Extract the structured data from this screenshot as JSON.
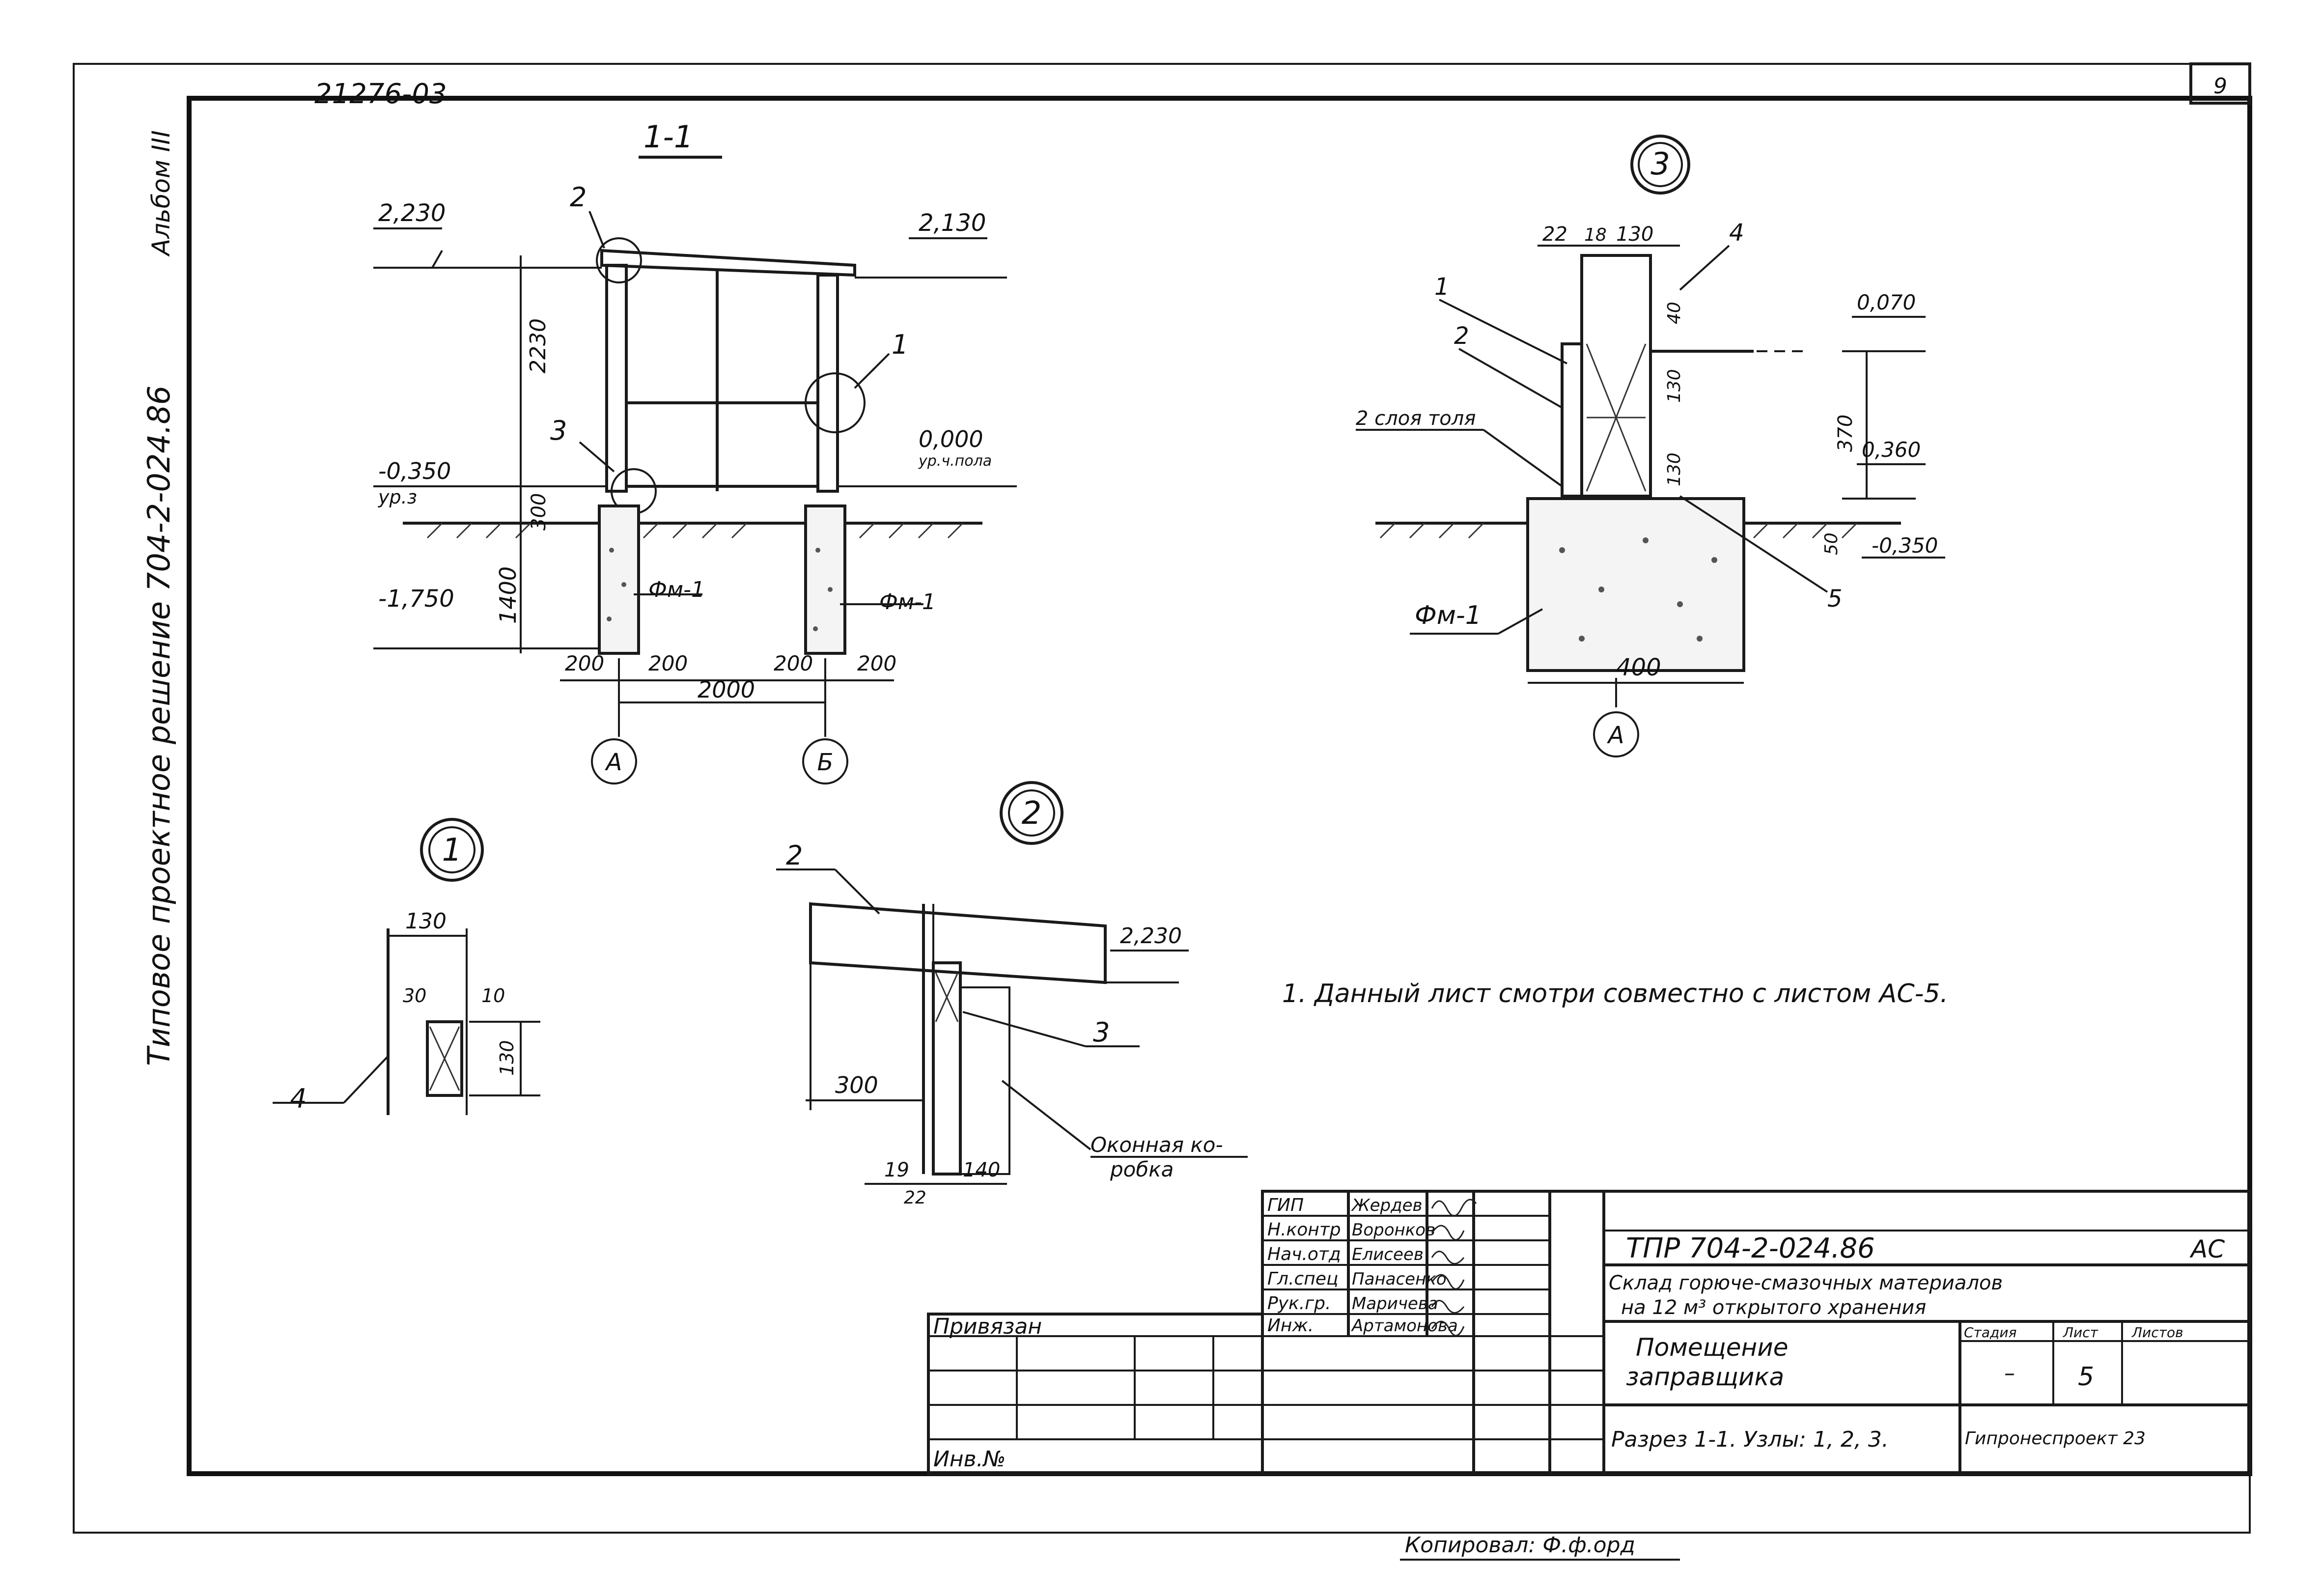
{
  "sheet": {
    "top_code": "21276-03",
    "page_number": "9",
    "album": "Альбом III",
    "side_title": "Типовое проектное решение  704-2-024.86",
    "copied": "Копировал: Ф.ф.орд"
  },
  "section_1_1": {
    "title": "1-1",
    "callout_2": "2",
    "callout_1": "1",
    "callout_3": "3",
    "level_top_left": "2,230",
    "level_top_right": "2,130",
    "level_zero": "0,000",
    "level_zero_note": "ур.ч.пола",
    "level_ground": "-0,350",
    "level_ground_note": "ур.з",
    "level_bottom": "-1,750",
    "dim_height": "2230",
    "dim_300": "300",
    "dim_1400": "1400",
    "foundation_left": "Фм-1",
    "foundation_right": "Фм-1",
    "dim_200_a": "200",
    "dim_200_b": "200",
    "dim_200_c": "200",
    "dim_200_d": "200",
    "dim_span": "2000",
    "axis_a": "А",
    "axis_b": "Б"
  },
  "node_3": {
    "number": "3",
    "dim_22": "22",
    "dim_18": "18",
    "dim_130": "130",
    "callout_4": "4",
    "callout_1": "1",
    "callout_2": "2",
    "note_roof": "2 слоя толя",
    "level_top": "0,070",
    "dim_40": "40",
    "dim_130_b": "130",
    "dim_370": "370",
    "dim_130_c": "130",
    "level_mid": "0,360",
    "dim_50": "50",
    "level_ground": "-0,350",
    "callout_5": "5",
    "foundation": "Фм-1",
    "dim_400": "400",
    "axis": "А"
  },
  "node_1": {
    "number": "1",
    "dim_130_top": "130",
    "dim_30": "30",
    "dim_10": "10",
    "dim_130_side": "130",
    "callout_4": "4"
  },
  "node_2": {
    "number": "2",
    "callout_2": "2",
    "level": "2,230",
    "callout_3": "3",
    "dim_300": "300",
    "dim_19": "19",
    "dim_140": "140",
    "dim_22": "22",
    "note_box": "Оконная ко-",
    "note_box2": "робка"
  },
  "note": "1. Данный лист смотри совместно с листом АС-5.",
  "title_block": {
    "roles": [
      "ГИП",
      "Н.контр",
      "Нач.отд",
      "Гл.спец",
      "Рук.гр.",
      "Инж."
    ],
    "names": [
      "Жердев",
      "Воронков",
      "Елисеев",
      "Панасенко",
      "Маричева",
      "Артамонова"
    ],
    "code": "ТПР 704-2-024.86",
    "mark": "АС",
    "project_line1": "Склад горюче-смазочных материалов",
    "project_line2": "на 12 м³ открытого хранения",
    "room_line1": "Помещение",
    "room_line2": "заправщика",
    "stage_label": "Стадия",
    "sheet_label": "Лист",
    "sheets_label": "Листов",
    "stage_value": "–",
    "sheet_value": "5",
    "sheet_content": "Разрез 1-1. Узлы: 1, 2, 3.",
    "org": "Гипронеспроект 23",
    "attached": "Привязан",
    "inv": "Инв.№"
  }
}
